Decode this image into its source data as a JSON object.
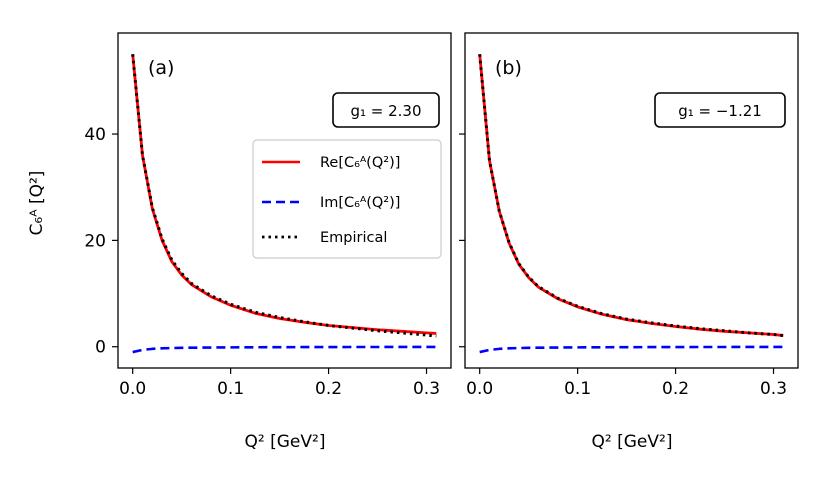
{
  "figure": {
    "ylabel": "C₆ᴬ [Q²]",
    "xlabel": "Q² [GeV²]"
  },
  "legend": {
    "placement": "center-right of panel (a)",
    "entries": [
      {
        "label": "Re[C₆ᴬ(Q²)]",
        "color": "#ff0000",
        "style": "solid"
      },
      {
        "label": "Im[C₆ᴬ(Q²)]",
        "color": "#0000ff",
        "style": "dashed"
      },
      {
        "label": "Empirical",
        "color": "#000000",
        "style": "dotted"
      }
    ]
  },
  "chart_data": [
    {
      "type": "line",
      "panel_label": "(a)",
      "annotation": "g₁ = 2.30",
      "xlabel": "Q² [GeV²]",
      "ylabel": "C₆ᴬ [Q²]",
      "xlim": [
        -0.015,
        0.325
      ],
      "ylim": [
        -4,
        59
      ],
      "xticks": [
        "0.0",
        "0.1",
        "0.2",
        "0.3"
      ],
      "yticks": [
        "0",
        "20",
        "40"
      ],
      "grid": false,
      "x": [
        0.0,
        0.01,
        0.02,
        0.03,
        0.04,
        0.05,
        0.06,
        0.08,
        0.1,
        0.125,
        0.15,
        0.175,
        0.2,
        0.225,
        0.25,
        0.275,
        0.3,
        0.31
      ],
      "series": [
        {
          "name": "Re[C₆ᴬ(Q²)]",
          "color": "#ff0000",
          "style": "solid",
          "values": [
            55.0,
            36.0,
            26.0,
            20.0,
            16.0,
            13.5,
            11.7,
            9.4,
            7.8,
            6.3,
            5.3,
            4.6,
            4.0,
            3.6,
            3.2,
            2.9,
            2.6,
            2.5
          ]
        },
        {
          "name": "Im[C₆ᴬ(Q²)]",
          "color": "#0000ff",
          "style": "dashed",
          "values": [
            -1.0,
            -0.6,
            -0.4,
            -0.3,
            -0.25,
            -0.2,
            -0.18,
            -0.15,
            -0.12,
            -0.1,
            -0.08,
            -0.07,
            -0.06,
            -0.05,
            -0.05,
            -0.04,
            -0.04,
            -0.04
          ]
        },
        {
          "name": "Empirical",
          "color": "#000000",
          "style": "dotted",
          "values": [
            55.0,
            36.0,
            26.2,
            20.3,
            16.3,
            13.8,
            11.9,
            9.6,
            8.0,
            6.5,
            5.5,
            4.7,
            4.0,
            3.5,
            3.0,
            2.6,
            2.2,
            2.0
          ]
        }
      ]
    },
    {
      "type": "line",
      "panel_label": "(b)",
      "annotation": "g₁ = −1.21",
      "xlabel": "Q² [GeV²]",
      "ylabel": "",
      "xlim": [
        -0.015,
        0.325
      ],
      "ylim": [
        -4,
        59
      ],
      "xticks": [
        "0.0",
        "0.1",
        "0.2",
        "0.3"
      ],
      "yticks": [],
      "grid": false,
      "x": [
        0.0,
        0.01,
        0.02,
        0.03,
        0.04,
        0.05,
        0.06,
        0.08,
        0.1,
        0.125,
        0.15,
        0.175,
        0.2,
        0.225,
        0.25,
        0.275,
        0.3,
        0.31
      ],
      "series": [
        {
          "name": "Re[C₆ᴬ(Q²)]",
          "color": "#ff0000",
          "style": "solid",
          "values": [
            55.0,
            35.0,
            25.5,
            19.5,
            15.5,
            13.0,
            11.2,
            9.0,
            7.5,
            6.1,
            5.1,
            4.4,
            3.8,
            3.3,
            2.9,
            2.6,
            2.3,
            2.1
          ]
        },
        {
          "name": "Im[C₆ᴬ(Q²)]",
          "color": "#0000ff",
          "style": "dashed",
          "values": [
            -1.0,
            -0.6,
            -0.4,
            -0.3,
            -0.25,
            -0.2,
            -0.18,
            -0.15,
            -0.12,
            -0.1,
            -0.08,
            -0.07,
            -0.06,
            -0.05,
            -0.05,
            -0.04,
            -0.04,
            -0.04
          ]
        },
        {
          "name": "Empirical",
          "color": "#000000",
          "style": "dotted",
          "values": [
            55.0,
            35.0,
            25.5,
            19.6,
            15.6,
            13.1,
            11.3,
            9.1,
            7.6,
            6.2,
            5.2,
            4.5,
            3.9,
            3.4,
            3.0,
            2.6,
            2.3,
            2.1
          ]
        }
      ]
    }
  ]
}
